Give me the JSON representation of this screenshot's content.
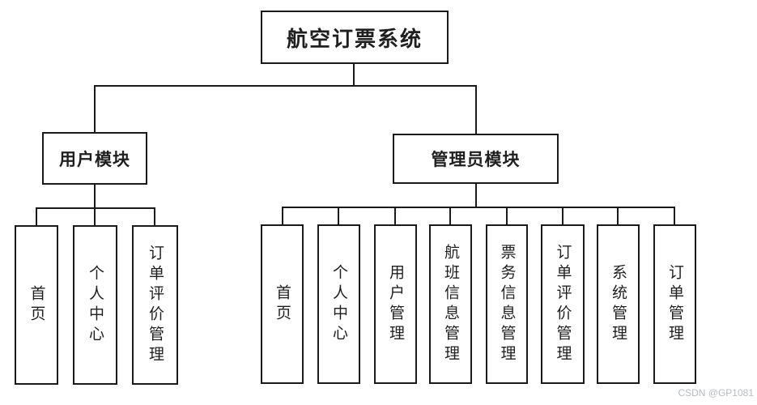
{
  "tree": {
    "root": "航空订票系统",
    "modules": [
      {
        "label": "用户模块",
        "children": [
          "首页",
          "个人中心",
          "订单评价管理"
        ]
      },
      {
        "label": "管理员模块",
        "children": [
          "首页",
          "个人中心",
          "用户管理",
          "航班信息管理",
          "票务信息管理",
          "订单评价管理",
          "系统管理",
          "订单管理"
        ]
      }
    ]
  },
  "watermark": {
    "text": "CSDN @GP1081"
  },
  "colors": {
    "line": "#1a1a1a",
    "text": "#1f1f1f",
    "box_fill": "#ffffff",
    "watermark": "#b6bcc2"
  }
}
